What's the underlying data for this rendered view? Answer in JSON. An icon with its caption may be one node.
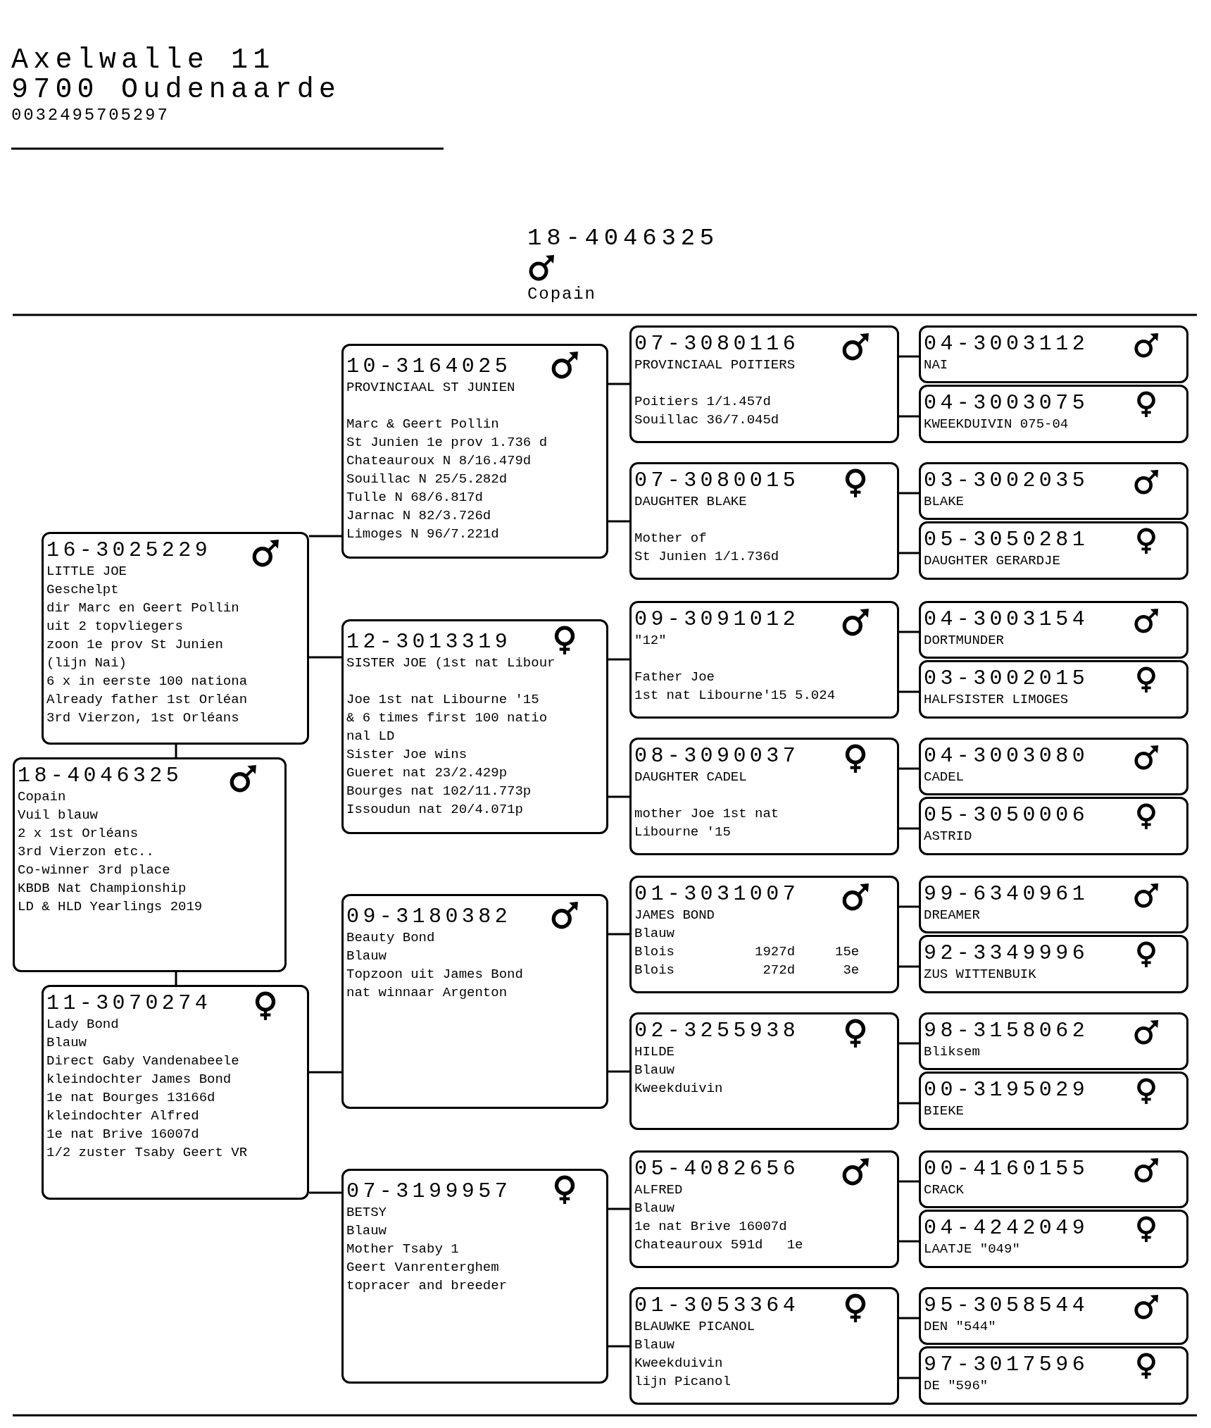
{
  "diagram": {
    "nodes": [
      {
        "text": [
          "18-4046325",
          "Copain",
          "Vuil blauw",
          "2 x 1st Orléans",
          "3rd Vierzon etc..",
          "Co-winner 3rd place",
          "KBDB Nat Championship",
          "LD & HLD Yearlings 2019"
        ]
      },
      {
        "text": [
          "16-3025229",
          "LITTLE JOE",
          "Geschelpt",
          "dir Marc en Geert Pollin",
          "uit 2 topvliegers",
          "zoon 1e prov St Junien",
          "(lijn Nai)",
          "6 x in eerste 100 nationa",
          "Already father 1st Orléan",
          "3rd Vierzon, 1st Orléans"
        ]
      },
      {
        "text": [
          "11-3070274",
          "Lady Bond",
          "Blauw",
          "Direct Gaby Vandenabeele",
          "kleindochter James Bond",
          "1e nat Bourges 13166d",
          "kleindochter Alfred",
          "1e nat Brive 16007d",
          "1/2 zuster Tsaby Geert VR"
        ]
      },
      {
        "text": [
          "10-3164025",
          "PROVINCIAAL ST JUNIEN",
          "Marc & Geert Pollin",
          "St Junien 1e prov 1.736 d",
          "Chateauroux N 8/16.479d",
          "Souillac N 25/5.282d",
          "Tulle N 68/6.817d",
          "Jarnac N 82/3.726d",
          "Limoges N 96/7.221d"
        ]
      },
      {
        "text": [
          "12-3013319",
          "SISTER JOE (1st nat Libour",
          "Joe 1st nat Libourne '15",
          "& 6 times first 100 natio",
          "nal LD",
          "Sister Joe wins",
          "Gueret nat 23/2.429p",
          "Bourges nat 102/11.773p",
          "Issoudun nat 20/4.071p"
        ]
      },
      {
        "text": [
          "09-3180382",
          "Beauty Bond",
          "Blauw",
          "Topzoon uit James Bond",
          "nat winnaar Argenton"
        ]
      },
      {
        "text": [
          "07-3199957",
          "BETSY",
          "Blauw",
          "Mother Tsaby 1",
          "Geert Vanrenterghem",
          "topracer and breeder"
        ]
      },
      {
        "text": [
          "07-3080116",
          "PROVINCIAAL POITIERS",
          "Poitiers 1/1.457d",
          "Souillac 36/7.045d"
        ]
      },
      {
        "text": [
          "07-3080015",
          "DAUGHTER BLAKE",
          "Mother of",
          "St Junien 1/1.736d"
        ]
      },
      {
        "text": [
          "09-3091012",
          "\"12\"",
          "Father Joe",
          "1st nat Libourne'15 5.024"
        ]
      },
      {
        "text": [
          "08-3090037",
          "DAUGHTER CADEL",
          "mother Joe 1st nat",
          "Libourne '15"
        ]
      },
      {
        "text": [
          "01-3031007",
          "JAMES BOND",
          "Blauw",
          "Blois          1927d     15e",
          "Blois           272d      3e"
        ]
      },
      {
        "text": [
          "02-3255938",
          "HILDE",
          "Blauw",
          "Kweekduivin"
        ]
      },
      {
        "text": [
          "05-4082656",
          "ALFRED",
          "Blauw",
          "1e nat Brive 16007d",
          "Chateauroux 591d   1e"
        ]
      },
      {
        "text": [
          "01-3053364",
          "BLAUWKE PICANOL",
          "Blauw",
          "Kweekduivin",
          "lijn Picanol"
        ]
      },
      {
        "text": [
          "04-3003112",
          "NAI"
        ]
      },
      {
        "text": [
          "04-3003075",
          "KWEEKDUIVIN 075-04"
        ]
      },
      {
        "text": [
          "03-3002035",
          "BLAKE"
        ]
      },
      {
        "text": [
          "05-3050281",
          "DAUGHTER GERARDJE"
        ]
      },
      {
        "text": [
          "04-3003154",
          "DORTMUNDER"
        ]
      },
      {
        "text": [
          "03-3002015",
          "HALFSISTER LIMOGES"
        ]
      },
      {
        "text": [
          "04-3003080",
          "CADEL"
        ]
      },
      {
        "text": [
          "05-3050006",
          "ASTRID"
        ]
      },
      {
        "text": [
          "99-6340961",
          "DREAMER"
        ]
      },
      {
        "text": [
          "92-3349996",
          "ZUS WITTENBUIK"
        ]
      },
      {
        "text": [
          "98-3158062",
          "Bliksem"
        ]
      },
      {
        "text": [
          "00-3195029",
          "BIEKE"
        ]
      },
      {
        "text": [
          "00-4160155",
          "CRACK"
        ]
      },
      {
        "text": [
          "04-4242049",
          "LAATJE \"049\""
        ]
      },
      {
        "text": [
          "95-3058544",
          "DEN \"544\""
        ]
      },
      {
        "text": [
          "97-3017596",
          "DE \"596\""
        ]
      }
    ],
    "edges": [
      {
        "from": 0,
        "to": 1,
        "arrow": "none"
      },
      {
        "from": 0,
        "to": 2,
        "arrow": "none"
      },
      {
        "from": 1,
        "to": 3,
        "arrow": "none"
      },
      {
        "from": 1,
        "to": 4,
        "arrow": "none"
      },
      {
        "from": 2,
        "to": 5,
        "arrow": "none"
      },
      {
        "from": 2,
        "to": 6,
        "arrow": "none"
      },
      {
        "from": 3,
        "to": 7,
        "arrow": "none"
      },
      {
        "from": 3,
        "to": 8,
        "arrow": "none"
      },
      {
        "from": 4,
        "to": 9,
        "arrow": "none"
      },
      {
        "from": 4,
        "to": 10,
        "arrow": "none"
      },
      {
        "from": 5,
        "to": 11,
        "arrow": "none"
      },
      {
        "from": 5,
        "to": 12,
        "arrow": "none"
      },
      {
        "from": 6,
        "to": 13,
        "arrow": "none"
      },
      {
        "from": 6,
        "to": 14,
        "arrow": "none"
      },
      {
        "from": 7,
        "to": 15,
        "arrow": "none"
      },
      {
        "from": 7,
        "to": 16,
        "arrow": "none"
      },
      {
        "from": 8,
        "to": 17,
        "arrow": "none"
      },
      {
        "from": 8,
        "to": 18,
        "arrow": "none"
      },
      {
        "from": 9,
        "to": 19,
        "arrow": "none"
      },
      {
        "from": 9,
        "to": 20,
        "arrow": "none"
      },
      {
        "from": 10,
        "to": 21,
        "arrow": "none"
      },
      {
        "from": 10,
        "to": 22,
        "arrow": "none"
      },
      {
        "from": 11,
        "to": 23,
        "arrow": "none"
      },
      {
        "from": 11,
        "to": 24,
        "arrow": "none"
      },
      {
        "from": 12,
        "to": 25,
        "arrow": "none"
      },
      {
        "from": 12,
        "to": 26,
        "arrow": "none"
      },
      {
        "from": 13,
        "to": 27,
        "arrow": "none"
      },
      {
        "from": 13,
        "to": 28,
        "arrow": "none"
      },
      {
        "from": 14,
        "to": 29,
        "arrow": "none"
      },
      {
        "from": 14,
        "to": 30,
        "arrow": "none"
      }
    ],
    "labels": [
      "Axelwalle 11",
      "9700 Oudenaarde",
      "0032495705297",
      "18-4046325",
      "Copain"
    ]
  }
}
